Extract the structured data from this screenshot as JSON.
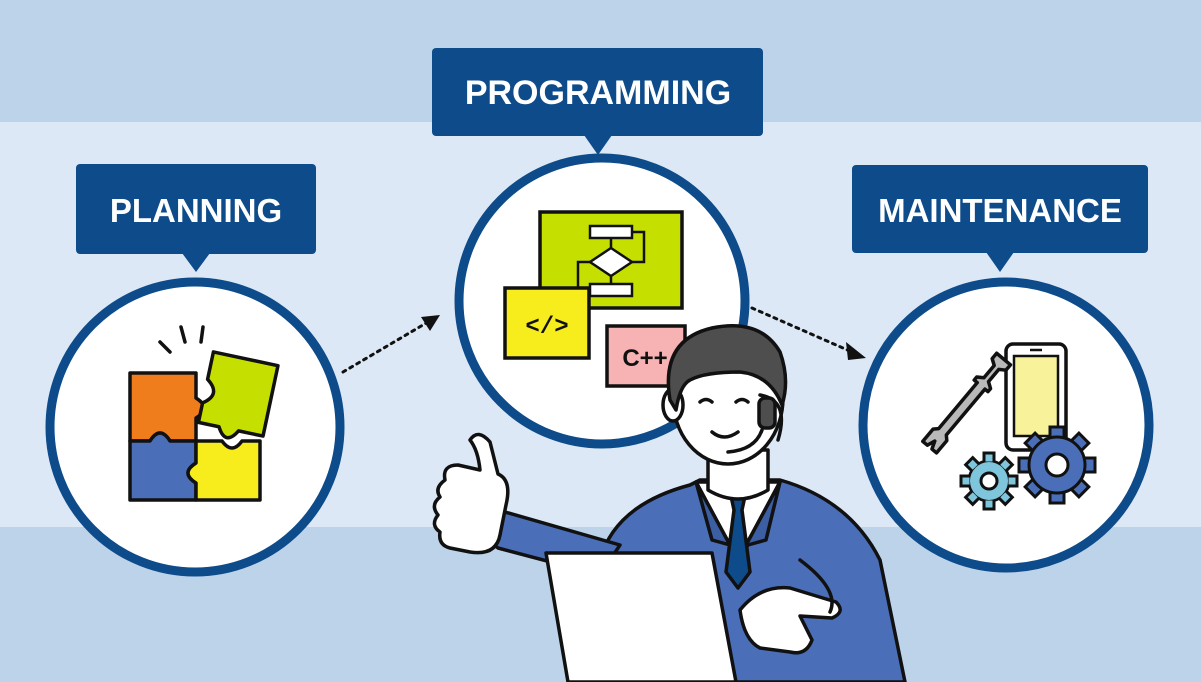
{
  "stages": [
    {
      "label": "PLANNING",
      "icon": "puzzle-icon"
    },
    {
      "label": "PROGRAMMING",
      "icon": "code-window-icon"
    },
    {
      "label": "MAINTENANCE",
      "icon": "wrench-phone-gears-icon"
    }
  ],
  "code_icons": {
    "tag": "</>",
    "language": "C++"
  },
  "colors": {
    "background_outer": "#bcd3ea",
    "background_band": "#dce8f5",
    "navy": "#0d4b8a",
    "suit": "#4a6fb8",
    "puzzle_orange": "#f07d1c",
    "puzzle_lime": "#c5e000",
    "puzzle_blue": "#4a6fb8",
    "puzzle_yellow": "#f7ec1c",
    "code_pink": "#f7b3b3",
    "phone_screen": "#f8f39a",
    "gear_blue": "#4a6fb8",
    "gear_cyan": "#7fc6dc"
  }
}
